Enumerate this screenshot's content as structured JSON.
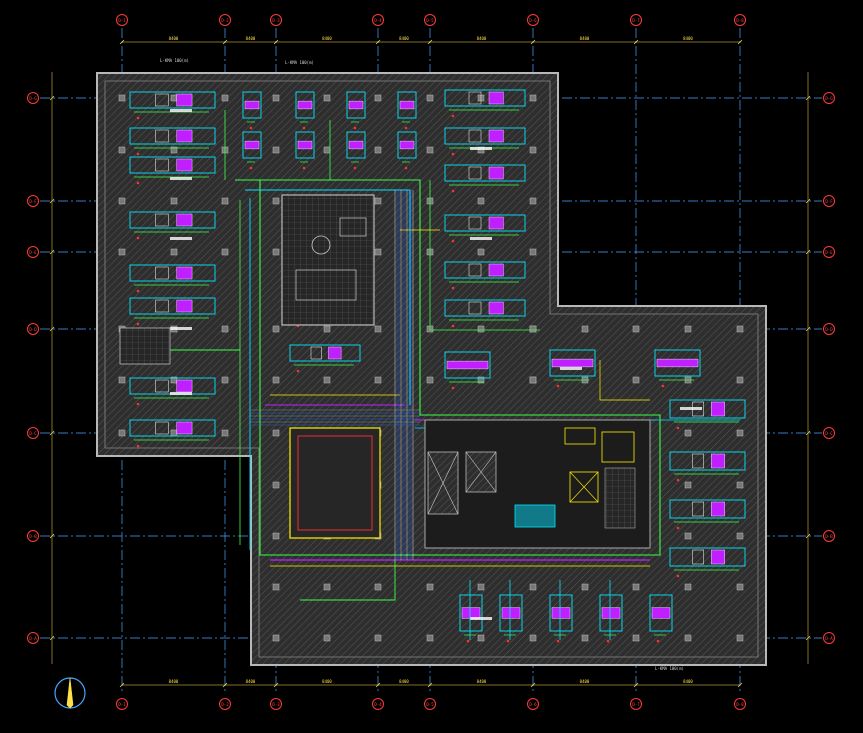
{
  "view": {
    "background": "#000000"
  },
  "colors": {
    "grid_line": "#4aa3ff",
    "dim_line": "#ffe14a",
    "bubble": "#ff3a3a",
    "wall": "#b8b8b8",
    "fill": "#3a3a3a",
    "hatch": "#555555",
    "duct_cyan": "#00e5ff",
    "duct_green": "#39ff4a",
    "duct_magenta": "#c020ff",
    "duct_yellow": "#ffee00",
    "duct_red": "#ff3030",
    "duct_white": "#ffffff",
    "duct_blue": "#2c6bff"
  },
  "grid": {
    "columns": [
      {
        "label": "D-1"
      },
      {
        "label": "D-2"
      },
      {
        "label": "D-3"
      },
      {
        "label": "D-4"
      },
      {
        "label": "D-5"
      },
      {
        "label": "D-6"
      },
      {
        "label": "D-7"
      },
      {
        "label": "D-8"
      }
    ],
    "rows": [
      {
        "label": "D-G"
      },
      {
        "label": "D-F"
      },
      {
        "label": "D-E"
      },
      {
        "label": "D-D"
      },
      {
        "label": "D-C"
      },
      {
        "label": "D-B"
      },
      {
        "label": "D-A"
      }
    ]
  },
  "dimensions": {
    "top": [
      "8400",
      "8400",
      "8400",
      "8400",
      "8400",
      "8400",
      "8400"
    ],
    "bottom": [
      "8400",
      "8400",
      "8400",
      "8400",
      "8400",
      "8400",
      "8400"
    ]
  },
  "notes": [
    {
      "text": "L-KMA 100(m)"
    },
    {
      "text": "L-KMA 100(m)"
    },
    {
      "text": "L-KMA 100(m)"
    }
  ],
  "north_arrow": {
    "icon": "north-arrow-icon"
  }
}
